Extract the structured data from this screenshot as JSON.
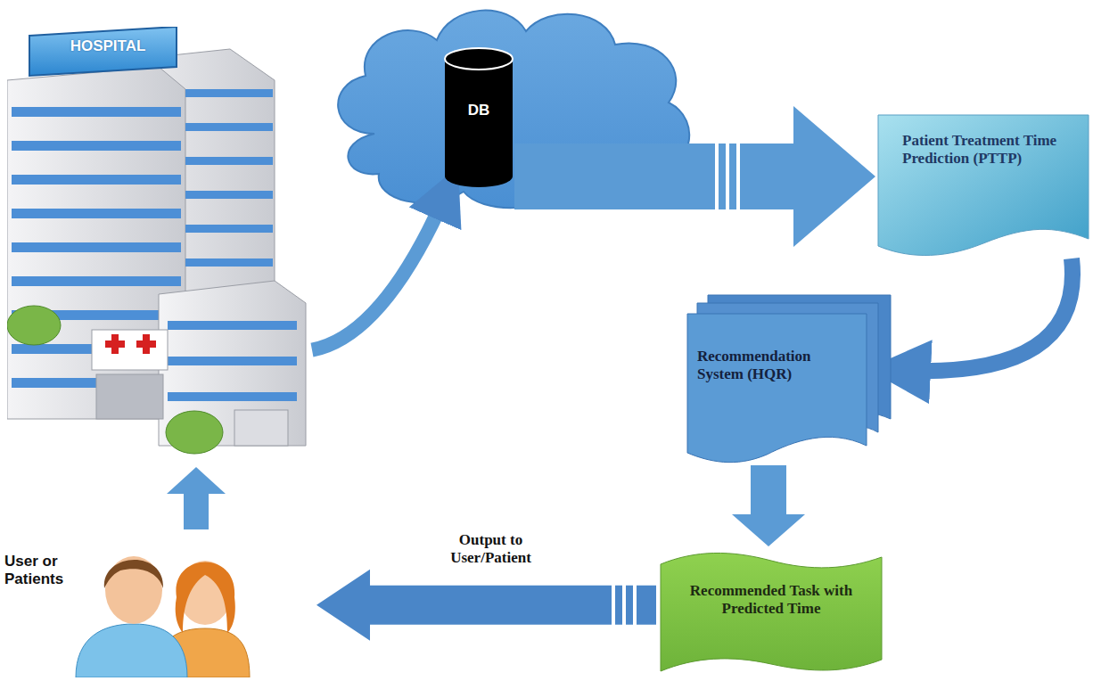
{
  "diagram": {
    "nodes": [
      {
        "text": [
          "HOSPITAL"
        ]
      },
      {
        "text": [
          "DB"
        ]
      },
      {
        "text": [
          "Patient Treatment Time Prediction (PTTP)"
        ]
      },
      {
        "text": [
          "Recommendation System (HQR)"
        ]
      },
      {
        "text": [
          "Recommended Task with Predicted Time"
        ]
      },
      {
        "text": [
          "User or Patients"
        ]
      }
    ],
    "edges": [
      {
        "from": 0,
        "to": 1,
        "arrow": "to"
      },
      {
        "from": 1,
        "to": 2,
        "arrow": "to"
      },
      {
        "from": 2,
        "to": 3,
        "arrow": "to"
      },
      {
        "from": 3,
        "to": 4,
        "arrow": "to"
      },
      {
        "from": 4,
        "to": 5,
        "label": "Output to User/Patient",
        "arrow": "to"
      },
      {
        "from": 5,
        "to": 0,
        "arrow": "to"
      }
    ]
  }
}
